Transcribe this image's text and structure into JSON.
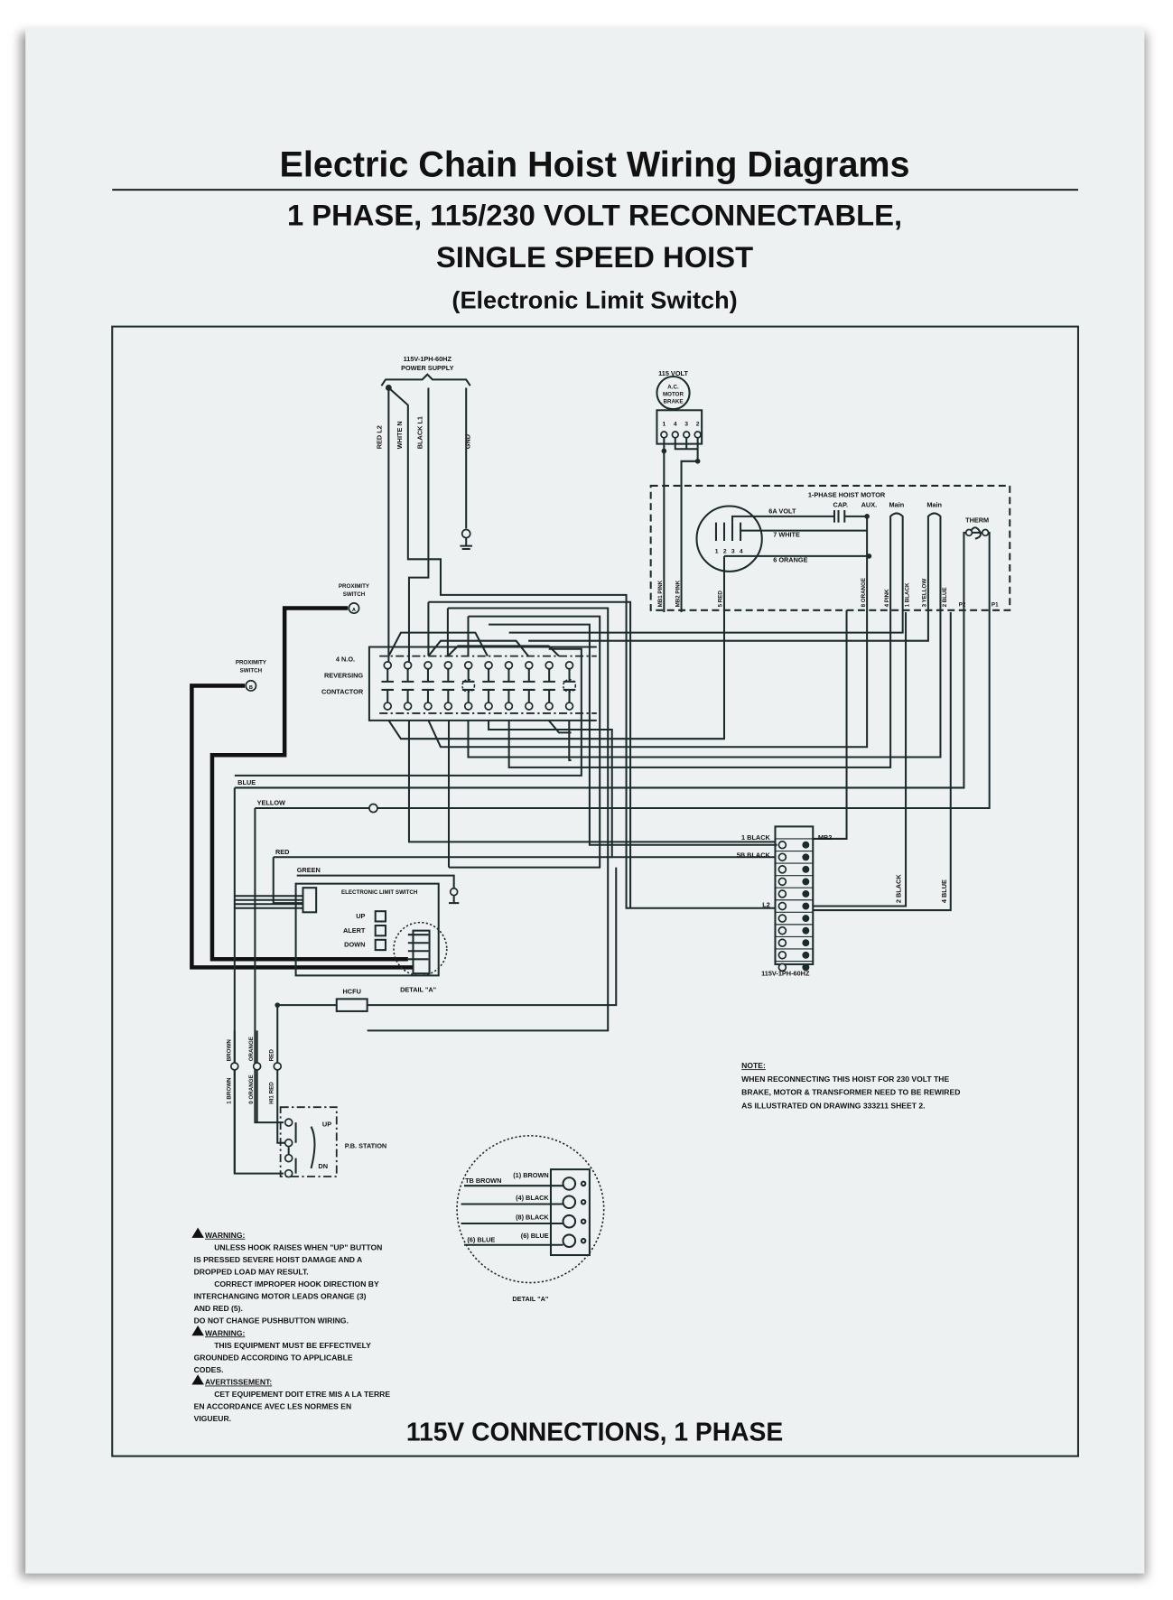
{
  "header": {
    "title": "Electric Chain Hoist Wiring Diagrams",
    "subtitle_line1": "1 PHASE, 115/230 VOLT RECONNECTABLE,",
    "subtitle_line2": "SINGLE SPEED HOIST",
    "subtitle_line3": "(Electronic Limit Switch)"
  },
  "footer": {
    "caption": "115V CONNECTIONS, 1 PHASE"
  },
  "power_supply": {
    "label_line1": "115V-1PH-60HZ",
    "label_line2": "POWER SUPPLY",
    "wires": [
      "RED L2",
      "WHITE N",
      "BLACK L1",
      "GND"
    ]
  },
  "brake": {
    "voltage": "115 VOLT",
    "line1": "A.C.",
    "line2": "MOTOR",
    "line3": "BRAKE",
    "terminals": [
      "1",
      "4",
      "3",
      "2"
    ]
  },
  "motor": {
    "title": "1-PHASE HOIST MOTOR",
    "cap_voltage": "6A VOLT",
    "cap": "CAP.",
    "aux": "AUX.",
    "main1": "Main",
    "main2": "Main",
    "therm": "THERM",
    "white": "7 WHITE",
    "orange": "6 ORANGE",
    "terminal_numbers": [
      "1",
      "2",
      "3",
      "4"
    ],
    "leads": [
      "MB1 PINK",
      "MB2 PINK",
      "5 RED",
      "8 ORANGE",
      "4 PINK",
      "1 BLACK",
      "3 YELLOW",
      "2 BLUE",
      "P2",
      "P1"
    ]
  },
  "contactor": {
    "line1": "4 N.O.",
    "line2": "REVERSING",
    "line3": "CONTACTOR"
  },
  "proximity": {
    "line1": "PROXIMITY",
    "line2": "SWITCH",
    "a": "A",
    "b": "B"
  },
  "wires": {
    "blue": "BLUE",
    "yellow": "YELLOW",
    "red": "RED",
    "green": "GREEN"
  },
  "limit_switch": {
    "title": "ELECTRONIC LIMIT SWITCH",
    "up": "UP",
    "alert": "ALERT",
    "down": "DOWN",
    "detail": "DETAIL \"A\"",
    "fuse": "HCFU"
  },
  "terminal_block": {
    "label": "115V-1PH-60HZ",
    "black1": "1 BLACK",
    "black5b": "5B BLACK",
    "l2": "L2",
    "mb2": "MB2",
    "black2": "2 BLACK",
    "blue4": "4 BLUE"
  },
  "pendant": {
    "station": "P.B. STATION",
    "up": "UP",
    "dn": "DN",
    "leads": [
      "1 BROWN",
      "BROWN",
      "0 ORANGE",
      "ORANGE",
      "HI1 RED",
      "RED"
    ]
  },
  "note": {
    "heading": "NOTE:",
    "lines": [
      "WHEN RECONNECTING THIS HOIST FOR 230 VOLT THE",
      "BRAKE, MOTOR & TRANSFORMER NEED TO BE REWIRED",
      "AS ILLUSTRATED ON DRAWING 333211 SHEET 2."
    ]
  },
  "detail_a": {
    "title": "DETAIL \"A\"",
    "tb_brown": "TB BROWN",
    "brown1": "(1) BROWN",
    "black4": "(4) BLACK",
    "black8": "(8) BLACK",
    "blue6a": "(6) BLUE",
    "blue6b": "(6) BLUE"
  },
  "warnings": [
    {
      "heading": "WARNING:",
      "lines": [
        "UNLESS HOOK RAISES WHEN \"UP\" BUTTON",
        "IS PRESSED SEVERE HOIST DAMAGE AND A",
        "DROPPED LOAD MAY RESULT.",
        "CORRECT IMPROPER HOOK DIRECTION BY",
        "INTERCHANGING MOTOR LEADS ORANGE (3)",
        "AND RED (5).",
        "DO NOT CHANGE PUSHBUTTON WIRING."
      ]
    },
    {
      "heading": "WARNING:",
      "lines": [
        "THIS EQUIPMENT MUST BE EFFECTIVELY",
        "GROUNDED ACCORDING TO APPLICABLE",
        "CODES."
      ]
    },
    {
      "heading": "AVERTISSEMENT:",
      "lines": [
        "CET EQUIPEMENT DOIT ETRE MIS A LA TERRE",
        "EN ACCORDANCE AVEC LES NORMES EN",
        "VIGUEUR."
      ]
    }
  ],
  "colors": {
    "paper": "#eef1f2",
    "ink": "#1b2a2b"
  }
}
